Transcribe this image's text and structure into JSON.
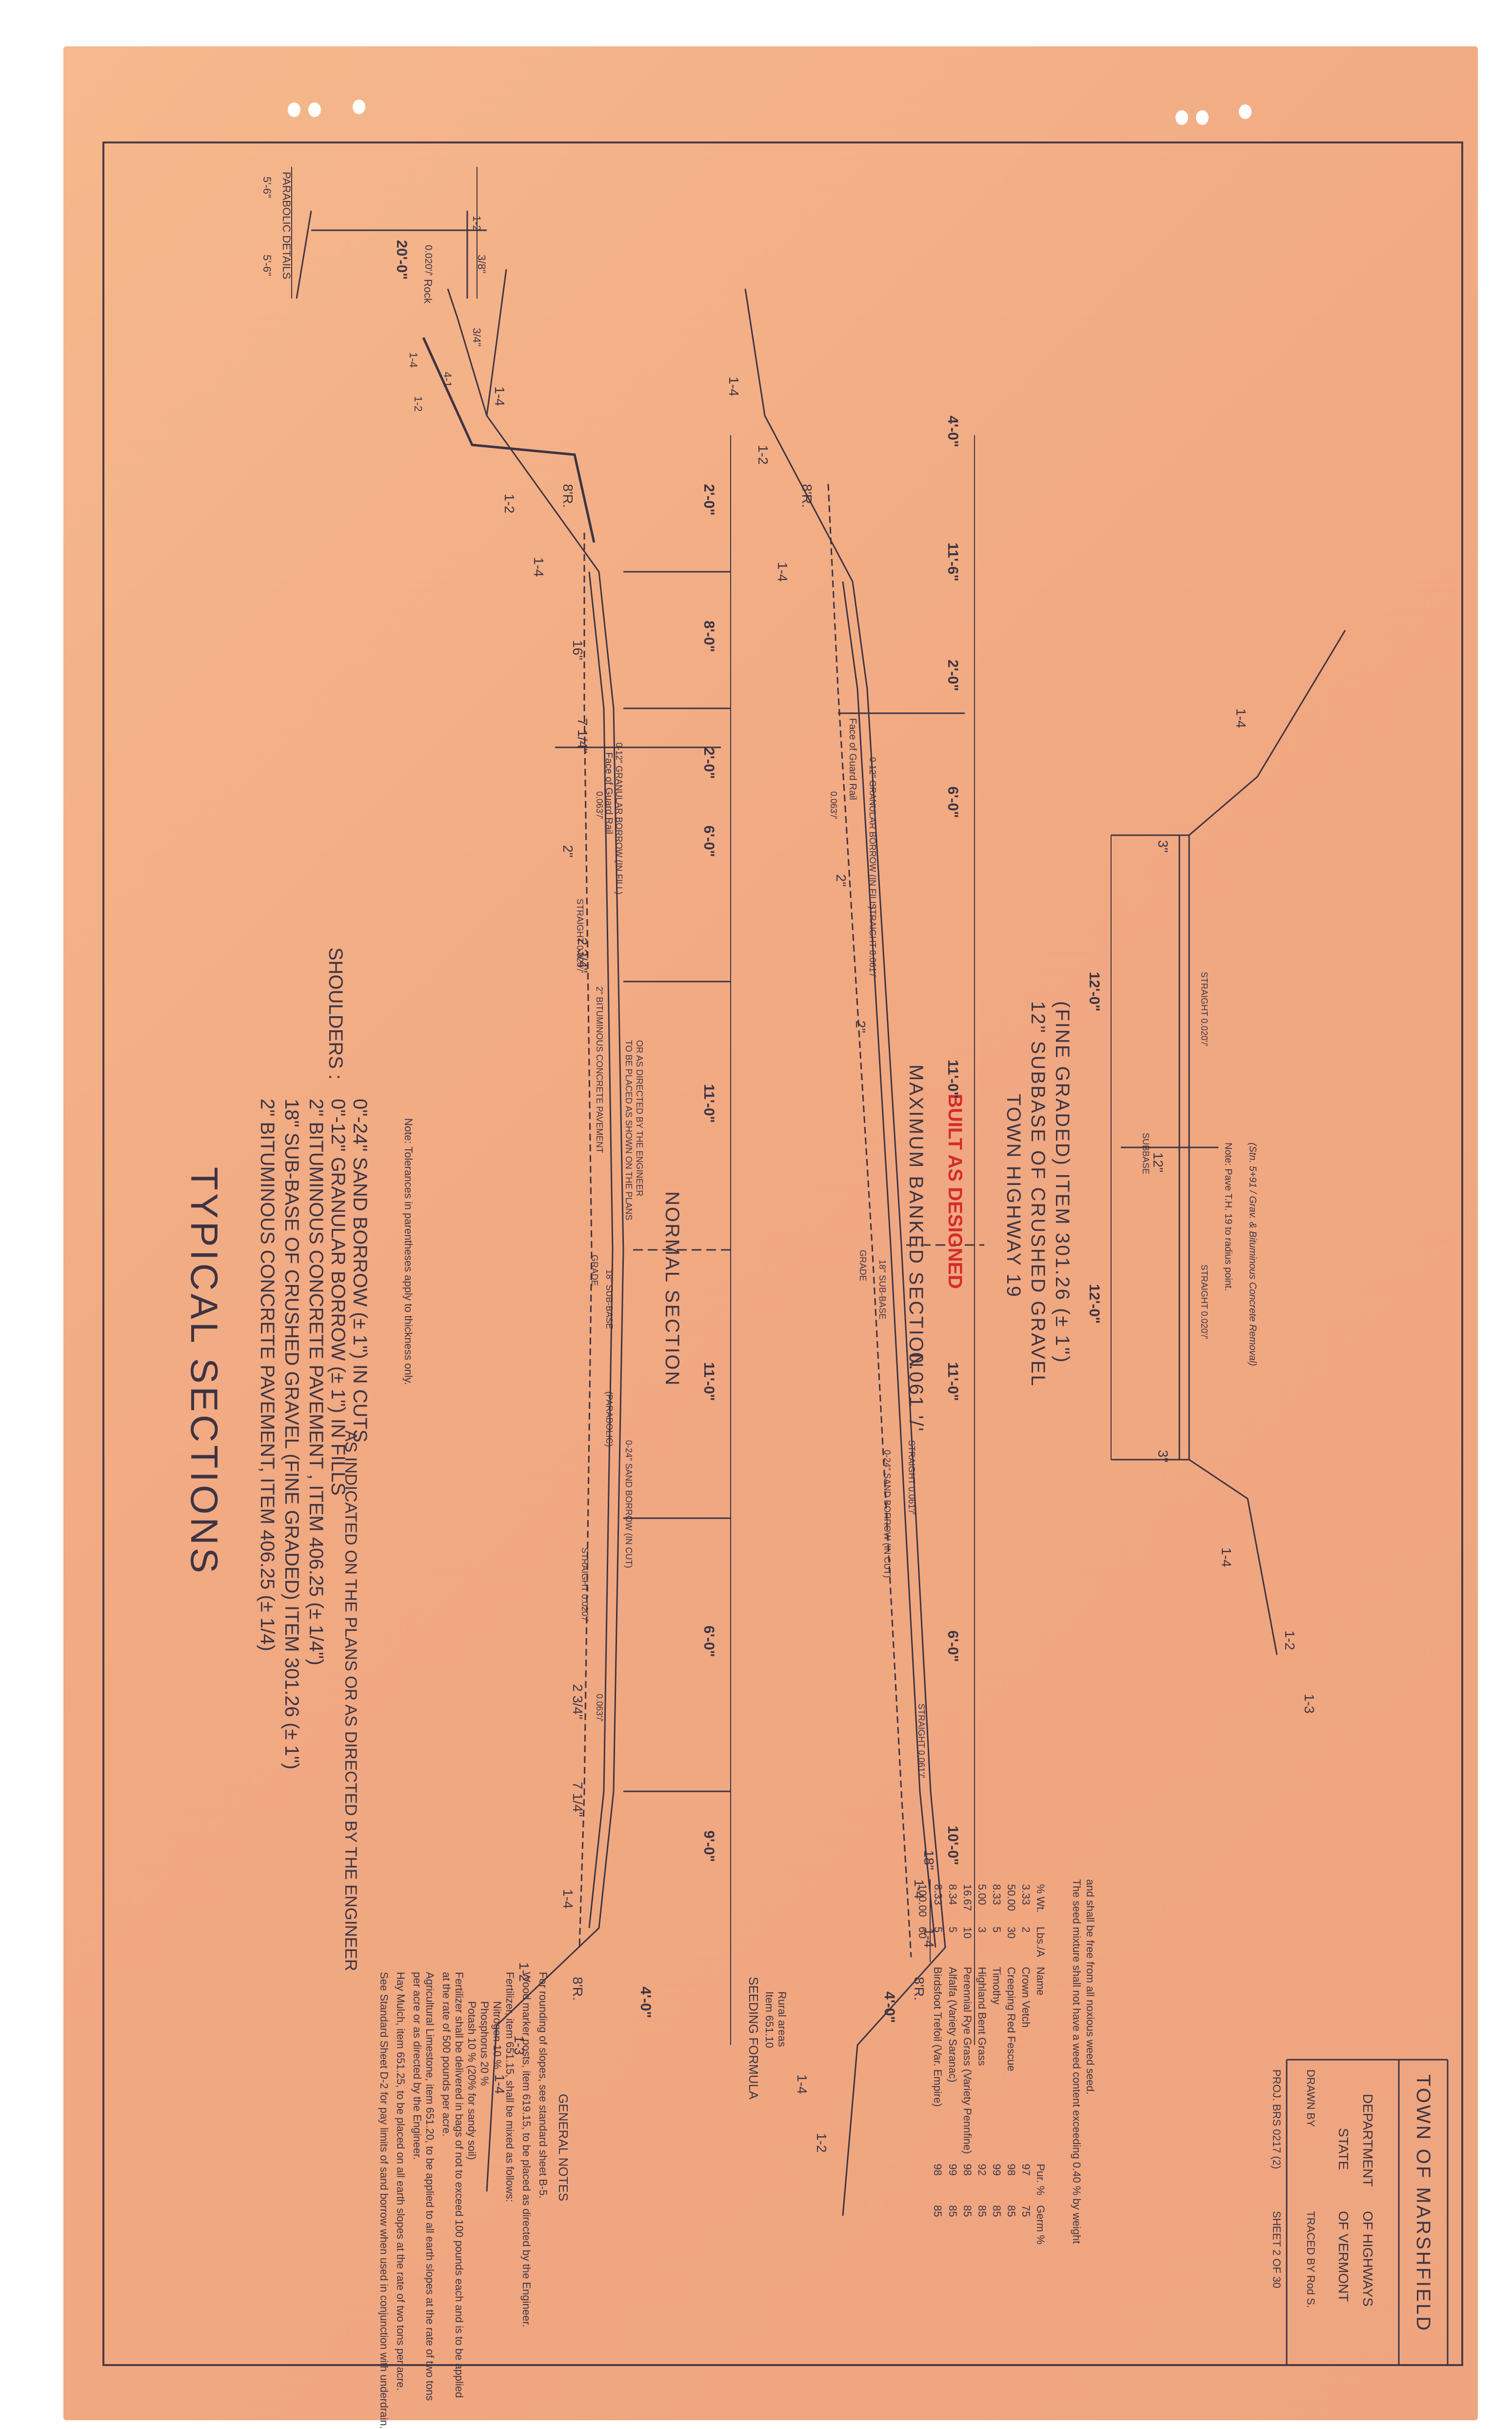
{
  "title": "TYPICAL SECTIONS",
  "spec_lines": [
    "2\" BITUMINOUS CONCRETE PAVEMENT, ITEM 406.25 (± 1/4)",
    "18\" SUB-BASE OF CRUSHED GRAVEL (FINE GRADED) ITEM 301.26 (± 1\")"
  ],
  "shoulders": {
    "label": "SHOULDERS :",
    "lines": [
      "2\" BITUMINOUS CONCRETE PAVEMENT , ITEM 406.25 (± 1/4\")",
      "0\"-12\" GRANULAR BORROW (± 1\") IN FILLS",
      "0\"-24\" SAND BORROW (± 1\") IN CUTS"
    ],
    "bracket_note": "AS INDICATED ON THE PLANS OR AS DIRECTED BY THE ENGINEER"
  },
  "tolerance_note": "Note: Tolerances in parentheses apply to thickness only.",
  "general_notes": {
    "heading": "GENERAL NOTES",
    "lines": [
      "For rounding of slopes, see standard sheet B-5.",
      "Wood marker posts, item 619.15, to be placed as directed by the Engineer.",
      "Fertilizer, item 651.15, shall be mixed as follows:",
      "Nitrogen 10 %",
      "Phosphorus 20 %",
      "Potash 10 % (20% for sandy soil)",
      "Fertilizer shall be delivered in bags of not to exceed 100 pounds each and is to be applied",
      "at the rate of 500 pounds per acre.",
      "Agricultural Limestone, item 651.20, to be applied to all earth slopes at the rate of two tons",
      "per acre or as directed by the Engineer.",
      "Hay Mulch, item 651.25, to be placed on all earth slopes at the rate of two tons per acre.",
      "See Standard Sheet D-2 for pay limits of sand borrow when used in conjunction with underdrain."
    ]
  },
  "seeding": {
    "heading": "SEEDING FORMULA",
    "subheading": [
      "Item 651.10",
      "Rural areas"
    ],
    "columns": [
      "% Wt.",
      "Lbs./A",
      "Name",
      "Pur. %",
      "Germ %"
    ],
    "rows": [
      [
        "3.33",
        "2",
        "Crown Vetch",
        "97",
        "75"
      ],
      [
        "50.00",
        "30",
        "Creeping Red Fescue",
        "98",
        "85"
      ],
      [
        "8.33",
        "5",
        "Timothy",
        "99",
        "85"
      ],
      [
        "5.00",
        "3",
        "Highland Bent Grass",
        "92",
        "85"
      ],
      [
        "16.67",
        "10",
        "Perennial Rye Grass (Variety Pennfine)",
        "98",
        "85"
      ],
      [
        "8.34",
        "5",
        "Alfalfa (Variety Saranac)",
        "99",
        "85"
      ],
      [
        "8.33",
        "5",
        "Birdsfoot Trefoil (Var. Empire)",
        "98",
        "85"
      ]
    ],
    "totals": [
      "100.00",
      "60"
    ],
    "footnote_1": "The seed mixture shall not have a weed content exceeding 0.40 % by weight",
    "footnote_2": "and shall be free from all noxious weed seed."
  },
  "parabolic": {
    "label": "PARABOLIC DETAILS",
    "dims": [
      "5'-6\"",
      "5'-6\"",
      "3/8\"",
      "3/4\""
    ],
    "rock": "Rock",
    "rock_width": "20'-0\"",
    "rock_slope": "0.020'/'",
    "slope_labels": [
      "1-2",
      "4-1",
      "1-4",
      "1-2"
    ]
  },
  "normal_section": {
    "title": "NORMAL SECTION",
    "dims": [
      "2'-0\"",
      "8'-0\"",
      "2'-0\"",
      "6'-0\"",
      "11'-0\"",
      "11'-0\"",
      "6'-0\"",
      "9'-0\"",
      "4'-0\""
    ],
    "labels": {
      "guard_rail": "Face of Guard Rail",
      "straight_left": "STRAIGHT 0.020'/'",
      "straight_right": "STRAIGHT 0.020'/'",
      "pavement": "2\" BITUMINOUS CONCRETE PAVEMENT",
      "granular": "0-12\" GRANULAR BORROW (IN FILL)",
      "placed": "TO BE PLACED AS SHOWN ON THE PLANS",
      "directed": "OR AS DIRECTED BY THE ENGINEER",
      "sub_base": "18\" SUB-BASE",
      "grade": "GRADE",
      "parabolic": "(PARABOLIC)",
      "sand": "0-24\" SAND BORROW (IN CUT)",
      "slope_l": "0.063'/'",
      "slope_r": "0.063'/'",
      "frac_1": "7 1/4\"",
      "frac_2": "2 3/4\"",
      "frac_3": "2 3/4\"",
      "frac_4": "7 1/4\"",
      "inch_1": "2\"",
      "inch_2": "16\"",
      "r1": "8'R.",
      "r2": "8'R.",
      "s1": "1-4",
      "s2": "1-2",
      "s3": "1-4",
      "s4": "1-2",
      "s5": "1-3",
      "s6": "1-4",
      "s7": "1-4"
    }
  },
  "banked_section": {
    "title": "MAXIMUM BANKED SECTION",
    "rate": "0.061 '/'",
    "built": "BUILT AS DESIGNED",
    "dims": [
      "4'-0\"",
      "11'-6\"",
      "2'-0\"",
      "6'-0\"",
      "11'-0\"",
      "11'-0\"",
      "6'-0\"",
      "10'-0\"",
      "4'-0\""
    ],
    "labels": {
      "guard_rail": "Face of Guard Rail",
      "straight": "STRAIGHT 0.061'/'",
      "straight_2": "STRAIGHT 0.061'/'",
      "straight_3": "STRAIGHT 0.061'/'",
      "granular": "0-12\" GRANULAR BORROW (IN FILL)",
      "sand": "0-24\" SAND BORROW (IN CUT)",
      "grade": "GRADE",
      "sub_base": "18\" SUB-BASE",
      "slope": "0.063'/'",
      "inch_1": "2\"",
      "inch_2": "2\"",
      "inch_3": "18\"",
      "r1": "8'R.",
      "r2": "8'R.",
      "s1": "1-4",
      "s2": "1-2",
      "s3": "1-4",
      "s4": "1-4",
      "s5": "1-4",
      "s6": "1-2",
      "s7": "1-4"
    }
  },
  "town_highway": {
    "title": "TOWN HIGHWAY 19",
    "line_1": "12\" SUBBASE OF CRUSHED GRAVEL",
    "line_2": "(FINE GRADED) ITEM 301.26 (± 1\")",
    "dims": [
      "12'-0\"",
      "12'-0\"",
      "3\"",
      "3\"",
      "12\""
    ],
    "straight_l": "STRAIGHT 0.020'/'",
    "straight_r": "STRAIGHT 0.020'/'",
    "subbase": "SUBBASE",
    "note": "Note: Pave T.H. 19 to radius point.",
    "handwritten": "(Stn. 5+91 / Grav. & Bituminous Concrete Removal)",
    "slopes": [
      "1-4",
      "1-4",
      "1-2",
      "1-3"
    ]
  },
  "title_block": {
    "town": "TOWN OF MARSHFIELD",
    "state_1": "STATE",
    "state_2": "OF VERMONT",
    "dept_1": "DEPARTMENT",
    "dept_2": "OF HIGHWAYS",
    "drawn_by": "DRAWN BY",
    "traced_by": "TRACED BY Rod S.",
    "project": "PROJ. BRS 0217 (2)",
    "sheet": "SHEET 2 OF 30"
  }
}
